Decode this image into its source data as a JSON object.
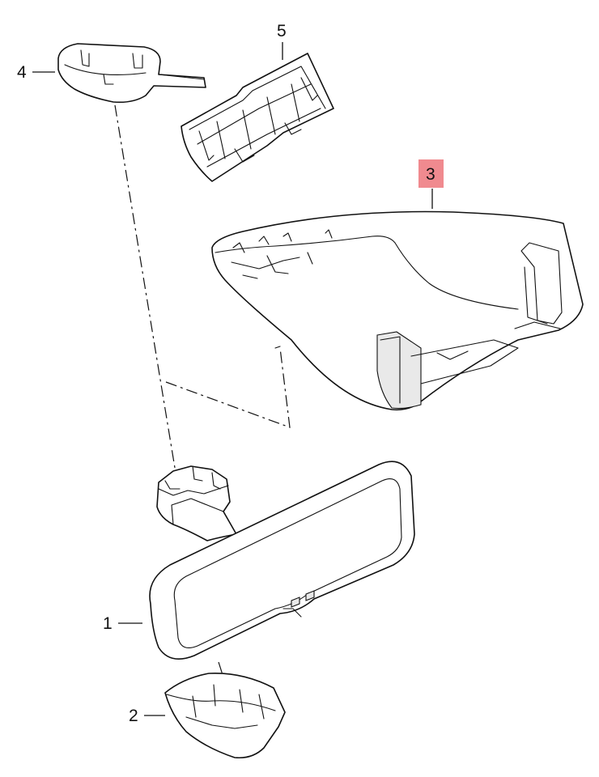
{
  "highlight_color": "#f08a8f",
  "callouts": [
    {
      "id": "1",
      "label": "1",
      "part": "interior-mirror",
      "highlighted": false
    },
    {
      "id": "2",
      "label": "2",
      "part": "lower-cover",
      "highlighted": false
    },
    {
      "id": "3",
      "label": "3",
      "part": "mirror-base-cover",
      "highlighted": true
    },
    {
      "id": "4",
      "label": "4",
      "part": "cap",
      "highlighted": false
    },
    {
      "id": "5",
      "label": "5",
      "part": "bracket-frame",
      "highlighted": false
    }
  ]
}
